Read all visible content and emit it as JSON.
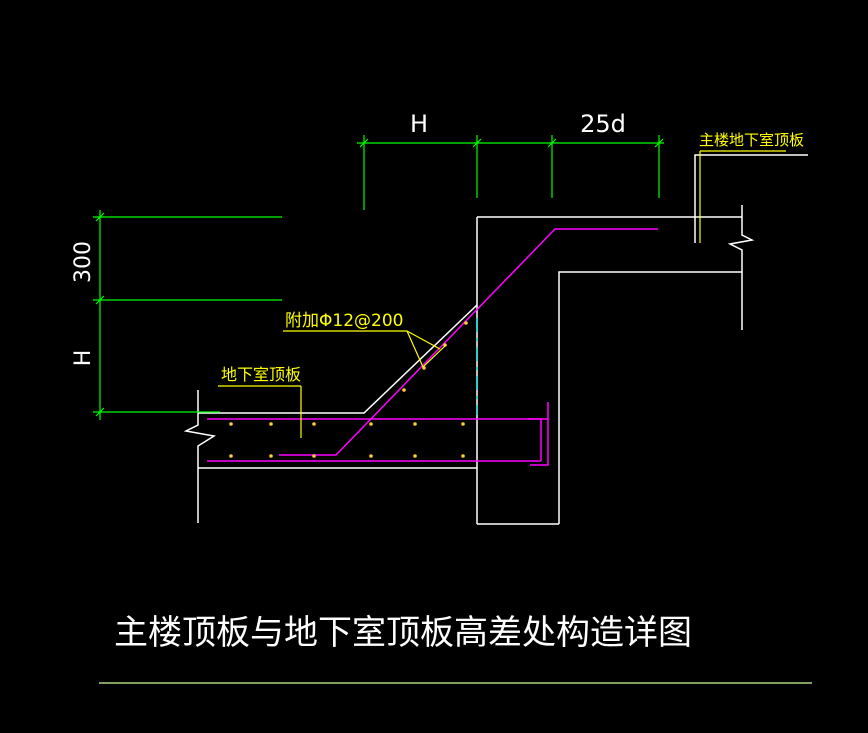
{
  "colors": {
    "background": "#000000",
    "outline": "#ffffff",
    "dimension": "#00ff00",
    "leader": "#ffff00",
    "rebar": "#ff00ff",
    "centerline": "#00ffff",
    "dots": "#ffcc33",
    "title_underline": "#ccff99"
  },
  "dimensions": {
    "top_h": "H",
    "top_25d": "25d",
    "left_300": "300",
    "left_h": "H"
  },
  "labels": {
    "main_roof_slab": "主楼地下室顶板",
    "additional_rebar": "附加Φ12@200",
    "basement_roof_slab": "地下室顶板"
  },
  "title": "主楼顶板与地下室顶板高差处构造详图"
}
